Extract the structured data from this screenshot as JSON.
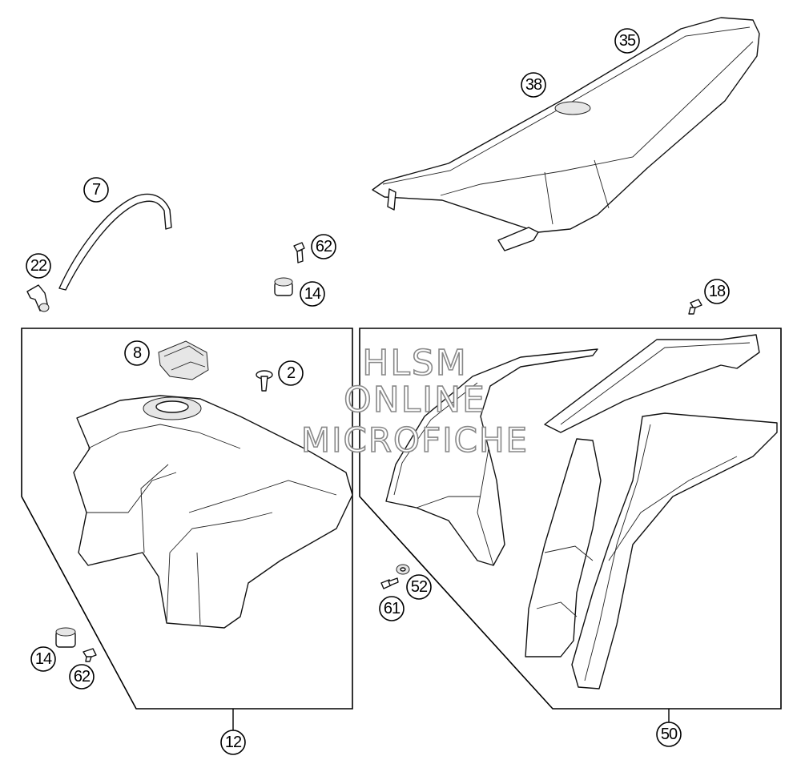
{
  "watermark": {
    "line1": "HLSM",
    "line2": "ONLINE",
    "line3": "MICROFICHE"
  },
  "callouts": {
    "c35": "35",
    "c38": "38",
    "c7": "7",
    "c22": "22",
    "c62a": "62",
    "c14a": "14",
    "c18": "18",
    "c8": "8",
    "c2": "2",
    "c52": "52",
    "c61": "61",
    "c14b": "14",
    "c62b": "62",
    "c12": "12",
    "c50": "50"
  },
  "parts": {
    "seat": "seat-assembly",
    "seat_badge": "seat-badge",
    "fuel_hose": "fuel-hose",
    "hose_elbow": "hose-elbow",
    "bolt_62": "bolt",
    "spacer_14": "spacer",
    "bolt_18": "bolt",
    "tank_cap": "tank-cap",
    "screw_2": "screw",
    "fuel_tank": "fuel-tank",
    "spoiler_left": "radiator-spoiler",
    "spoiler_right": "radiator-spoiler"
  },
  "colors": {
    "line": "#000000",
    "background": "#ffffff",
    "watermark": "#888888"
  }
}
